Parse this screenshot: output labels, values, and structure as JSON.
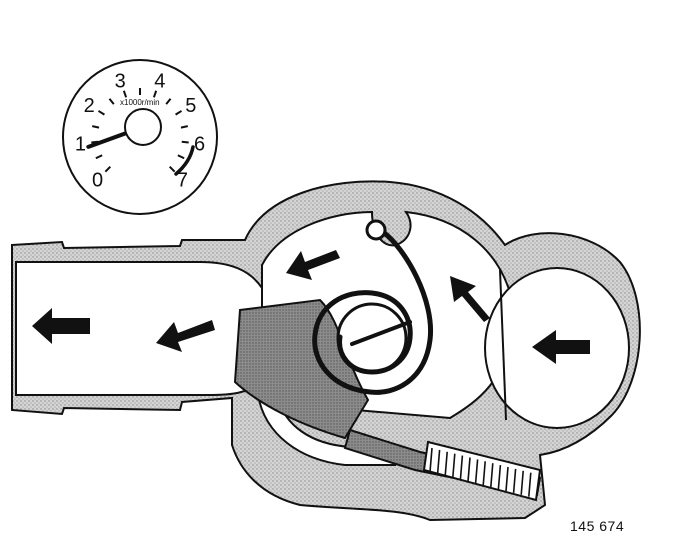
{
  "tachometer": {
    "unit_label": "x1000r/min",
    "scale": [
      {
        "label": "0"
      },
      {
        "label": "1"
      },
      {
        "label": "2"
      },
      {
        "label": "3"
      },
      {
        "label": "4"
      },
      {
        "label": "5"
      },
      {
        "label": "6"
      },
      {
        "label": "7"
      }
    ],
    "needle_value": 1
  },
  "figure_reference": "145 674",
  "colors": {
    "ink": "#111111",
    "housing_fill": "#c9c9c9",
    "valve_fill": "#8f8f8f",
    "background": "#ffffff"
  },
  "flow_arrows": [
    {
      "name": "flow-arrow-outlet-left",
      "icon": "arrow-left"
    },
    {
      "name": "flow-arrow-channel",
      "icon": "arrow-left-up"
    },
    {
      "name": "flow-arrow-upper-chamber",
      "icon": "arrow-left-up"
    },
    {
      "name": "flow-arrow-center",
      "icon": "arrow-up-left"
    },
    {
      "name": "flow-arrow-inlet-right",
      "icon": "arrow-left"
    }
  ]
}
